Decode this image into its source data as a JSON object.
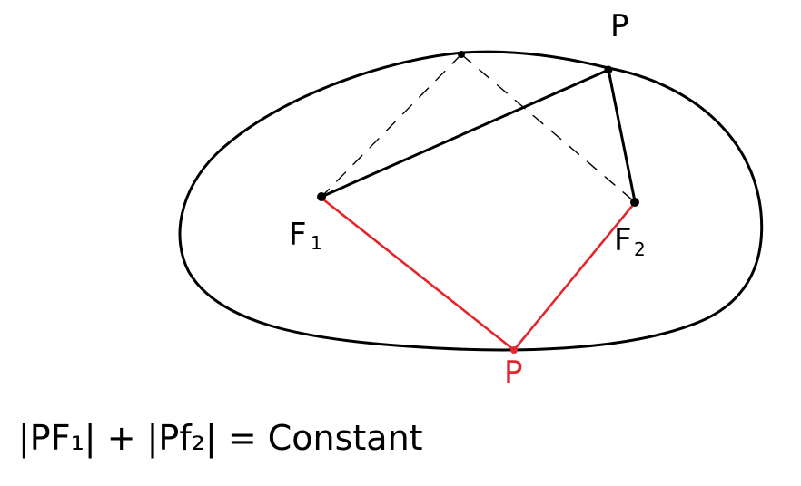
{
  "diagram": {
    "labels": {
      "p_top": "P",
      "f1_main": "F",
      "f1_sub": "1",
      "f2_main": "F",
      "f2_sub": "2",
      "p_bottom": "P"
    },
    "equation": "|PF₁| + |Pf₂| = Constant"
  },
  "colors": {
    "ink": "#000000",
    "highlight": "#e3262c"
  }
}
